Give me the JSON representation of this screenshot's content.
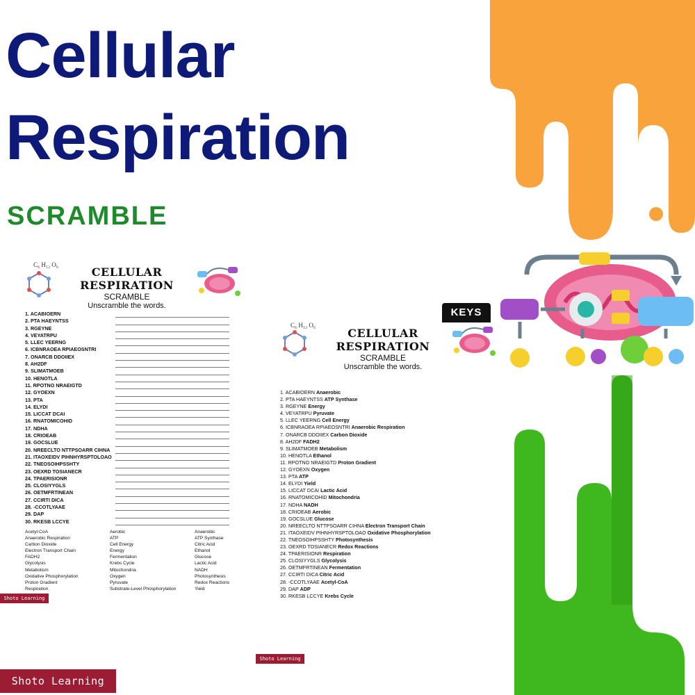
{
  "headline": {
    "line1": "Cellular",
    "line2": "Respiration",
    "subtitle": "SCRAMBLE"
  },
  "colors": {
    "headline": "#0d1a78",
    "subtitle": "#1f8a2b",
    "orange": "#f8a33c",
    "green": "#3fb81f",
    "brand": "#9b1c33"
  },
  "icons": [
    "benzene-ring-icon",
    "cell-respiration-icon",
    "mitochondria-diagram-icon"
  ],
  "worksheet": {
    "formula": "C₆ H₁₂ O₆",
    "title": "CELLULAR RESPIRATION",
    "subtitle": "SCRAMBLE",
    "instructions": "Unscramble the words.",
    "questions": [
      "1. ACABIOERN",
      "2. PTA HAEYNTSS",
      "3. RGEYNE",
      "4. VEYATRPU",
      "5. LLEC YEERNG",
      "6. ICBNRAOEA RPIAEOSNTRI",
      "7. ONARCB DDOIIEX",
      "8. AH2DF",
      "9. SLIMATMOEB",
      "10. HENOTLA",
      "11. RPOTNO NRAEIGTD",
      "12. GYOEXN",
      "13. PTA",
      "14. ELYDI",
      "15. LICCAT DCAI",
      "16. RNATOMICOHID",
      "17. NDHA",
      "18. CRIOEAB",
      "19. GOCSLUE",
      "20. NREECLTO NTTPSOARR CIHNA",
      "21. ITAOXEIDV PIHNHYRSPTOLOAO",
      "22. TNEOSOIHPSSHTY",
      "23. OEXRD TOSIANECR",
      "24. TPAERISIONR",
      "25. CLOSIYYGLS",
      "26. OETMFRTINEAN",
      "27. CCIRTI DICA",
      "28. -CCOTLYAAE",
      "29. DAP",
      "30. RKESB LCCYE"
    ],
    "word_bank": [
      [
        "Acetyl-CoA",
        "Anaerobic Respiration",
        "Carbon Dioxide",
        "Electron Transport Chain",
        "FADH2",
        "Glycolysis",
        "Metabolism",
        "Oxidative Phosphorylation",
        "Proton Gradient",
        "Respiration"
      ],
      [
        "Aerobic",
        "ATP",
        "Cell Energy",
        "Energy",
        "Fermentation",
        "Krebs Cycle",
        "Mitochondria",
        "Oxygen",
        "Pyruvate",
        "Substrate-Level Phosphorylation"
      ],
      [
        "Anaerobic",
        "ATP Synthase",
        "Citric Acid",
        "Ethanol",
        "Glucose",
        "Lactic Acid",
        "NADH",
        "Photosynthesis",
        "Redox Reactions",
        "Yield"
      ]
    ],
    "brand": "Shoto Learning"
  },
  "keys": {
    "badge": "KEYS",
    "formula": "C₆ H₁₂ O₆",
    "title": "CELLULAR RESPIRATION",
    "subtitle": "SCRAMBLE",
    "instructions": "Unscramble the words.",
    "answers": [
      {
        "q": "1. ACABIOERN",
        "a": "Anaerobic"
      },
      {
        "q": "2. PTA HAEYNTSS",
        "a": "ATP Synthase"
      },
      {
        "q": "3. RGEYNE",
        "a": "Energy"
      },
      {
        "q": "4. VEYATRPU",
        "a": "Pyruvate"
      },
      {
        "q": "5. LLEC YEERNG",
        "a": "Cell Energy"
      },
      {
        "q": "6. ICBNRAOEA RPIAEOSNTRI",
        "a": "Anaerobic Respiration"
      },
      {
        "q": "7. ONARCB DDOIIEX",
        "a": "Carbon Dioxide"
      },
      {
        "q": "8. AH2DF",
        "a": "FADH2"
      },
      {
        "q": "9. SLIMATMOEB",
        "a": "Metabolism"
      },
      {
        "q": "10. HENOTLA",
        "a": "Ethanol"
      },
      {
        "q": "11. RPOTNO NRAEIGTD",
        "a": "Proton Gradient"
      },
      {
        "q": "12. GYOEXN",
        "a": "Oxygen"
      },
      {
        "q": "13. PTA",
        "a": "ATP"
      },
      {
        "q": "14. ELYDI",
        "a": "Yield"
      },
      {
        "q": "15. LICCAT DCAI",
        "a": "Lactic Acid"
      },
      {
        "q": "16. RNATOMICOHID",
        "a": "Mitochondria"
      },
      {
        "q": "17. NDHA",
        "a": "NADH"
      },
      {
        "q": "18. CRIOEAB",
        "a": "Aerobic"
      },
      {
        "q": "19. GOCSLUE",
        "a": "Glucose"
      },
      {
        "q": "20. NREECLTO NTTPSOARR CIHNA",
        "a": "Electron Transport Chain"
      },
      {
        "q": "21. ITAOXEIDV PIHNHYRSPTOLOAO",
        "a": "Oxidative Phosphorylation"
      },
      {
        "q": "22. TNEOSOIHPSSHTY",
        "a": "Photosynthesis"
      },
      {
        "q": "23. OEXRD TOSIANECR",
        "a": "Redox Reactions"
      },
      {
        "q": "24. TPAERISIONR",
        "a": "Respiration"
      },
      {
        "q": "25. CLOSIYYGLS",
        "a": "Glycolysis"
      },
      {
        "q": "26. OETMFRTINEAN",
        "a": "Fermentation"
      },
      {
        "q": "27. CCIRTI DICA",
        "a": "Citric Acid"
      },
      {
        "q": "28. -CCOTLYAAE",
        "a": "Acetyl-CoA"
      },
      {
        "q": "29. DAP",
        "a": "ADP"
      },
      {
        "q": "30. RKESB LCCYE",
        "a": "Krebs Cycle"
      }
    ],
    "brand": "Shoto Learning"
  },
  "footer_brand": "Shoto Learning"
}
